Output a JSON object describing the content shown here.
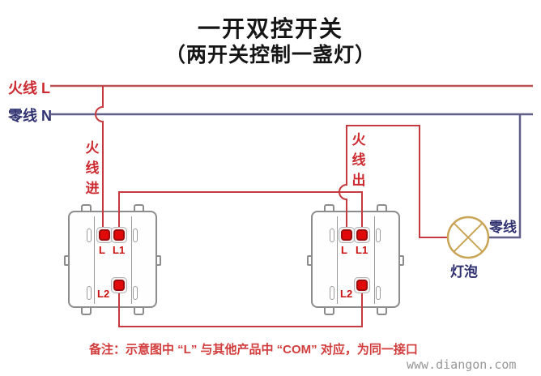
{
  "title": {
    "line1": "一开双控开关",
    "line2": "（两开关控制一盏灯）"
  },
  "buses": {
    "live_label": "火线",
    "live_symbol": "L",
    "neutral_label": "零线",
    "neutral_symbol": "N"
  },
  "wire_labels": {
    "live_in": "火线进",
    "live_out": "火线出",
    "lamp_neutral": "零线",
    "lamp": "灯泡"
  },
  "switches": {
    "left": {
      "terminals": [
        "L",
        "L1",
        "L2"
      ]
    },
    "right": {
      "terminals": [
        "L",
        "L1",
        "L2"
      ]
    }
  },
  "note": "备注：示意图中 “L” 与其他产品中 “COM” 对应，为同一接口",
  "watermark": "www.diangon.com",
  "colors": {
    "wire_live": "#c5393f",
    "wire_live_bus": "#bd5454",
    "wire_neutral": "#5f5f8a",
    "terminal_red": "#e10909",
    "lamp_gold": "#c9a455",
    "label_navy": "#2f3170",
    "note_red": "#d23c3c"
  }
}
